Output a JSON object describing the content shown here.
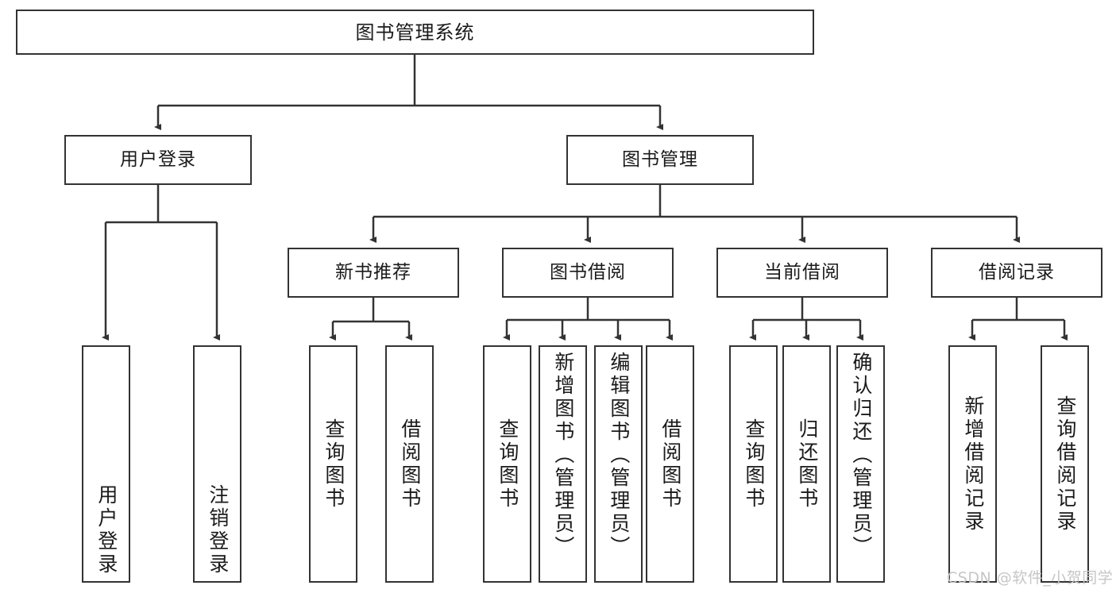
{
  "diagram": {
    "title": "图书管理系统",
    "type": "functional-structure-tree",
    "watermark": "CSDN @软件_小贺同学",
    "stroke_color": "#333333",
    "fill_color": "#ffffff",
    "text_color": "#1a1a1a",
    "levels": {
      "root": {
        "label": "图书管理系统"
      },
      "level2": [
        {
          "label": "用户登录"
        },
        {
          "label": "图书管理"
        }
      ],
      "level3": [
        {
          "label": "新书推荐"
        },
        {
          "label": "图书借阅"
        },
        {
          "label": "当前借阅"
        },
        {
          "label": "借阅记录"
        }
      ],
      "leaves": [
        {
          "label": "用户登录",
          "parent": "用户登录"
        },
        {
          "label": "注销登录",
          "parent": "用户登录"
        },
        {
          "label": "查询图书",
          "parent": "新书推荐"
        },
        {
          "label": "借阅图书",
          "parent": "新书推荐"
        },
        {
          "label": "查询图书",
          "parent": "图书借阅"
        },
        {
          "label": "新增图书（管理员）",
          "parent": "图书借阅"
        },
        {
          "label": "编辑图书（管理员）",
          "parent": "图书借阅"
        },
        {
          "label": "借阅图书",
          "parent": "图书借阅"
        },
        {
          "label": "查询图书",
          "parent": "当前借阅"
        },
        {
          "label": "归还图书",
          "parent": "当前借阅"
        },
        {
          "label": "确认归还（管理员）",
          "parent": "当前借阅"
        },
        {
          "label": "新增借阅记录",
          "parent": "借阅记录"
        },
        {
          "label": "查询借阅记录",
          "parent": "借阅记录"
        }
      ]
    }
  }
}
